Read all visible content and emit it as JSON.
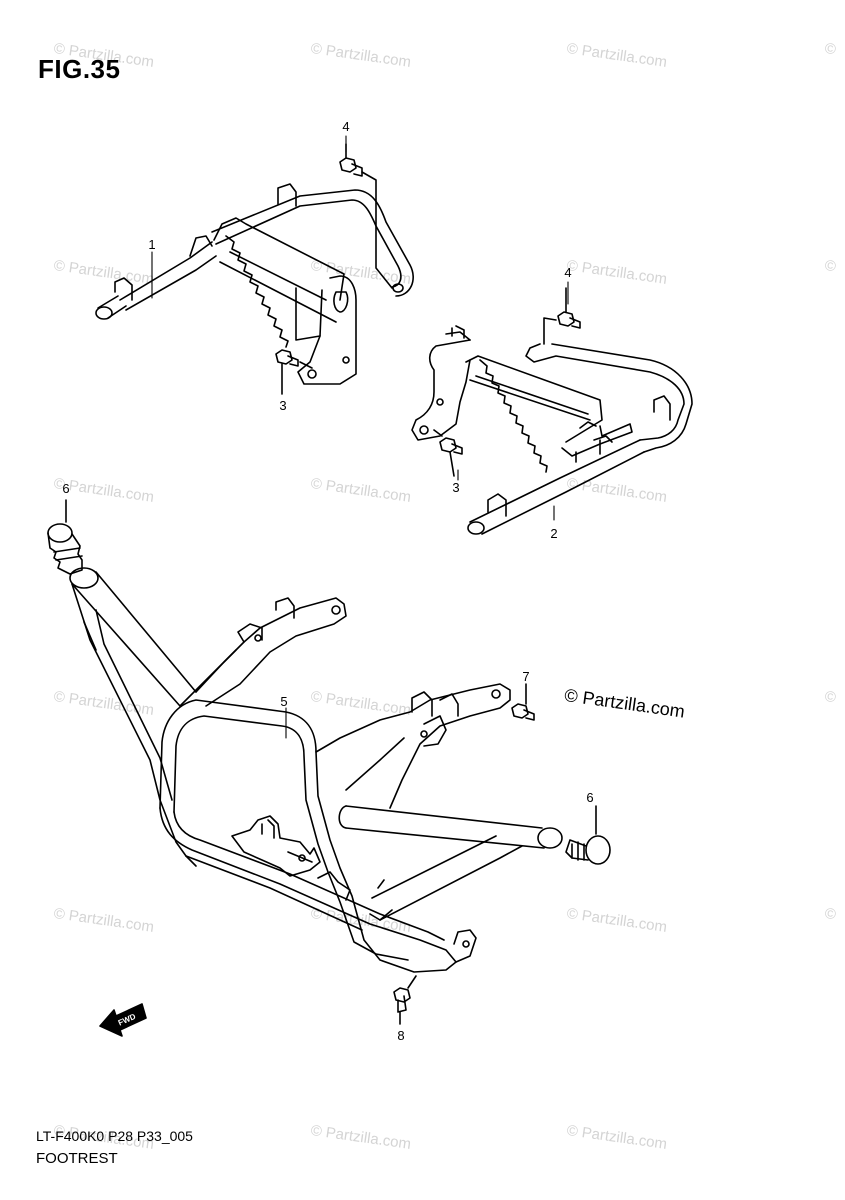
{
  "figure": {
    "title": "FIG.35",
    "code": "LT-F400K0 P28 P33_005",
    "caption": "FOOTREST",
    "copyright": "© Partzilla.com",
    "watermark": "© Partzilla.com",
    "fwd_label": "FWD"
  },
  "callouts": [
    {
      "id": "c1",
      "label": "1"
    },
    {
      "id": "c2",
      "label": "2"
    },
    {
      "id": "c3a",
      "label": "3"
    },
    {
      "id": "c3b",
      "label": "3"
    },
    {
      "id": "c4a",
      "label": "4"
    },
    {
      "id": "c4b",
      "label": "4"
    },
    {
      "id": "c5",
      "label": "5"
    },
    {
      "id": "c6a",
      "label": "6"
    },
    {
      "id": "c6b",
      "label": "6"
    },
    {
      "id": "c7",
      "label": "7"
    },
    {
      "id": "c8",
      "label": "8"
    }
  ]
}
